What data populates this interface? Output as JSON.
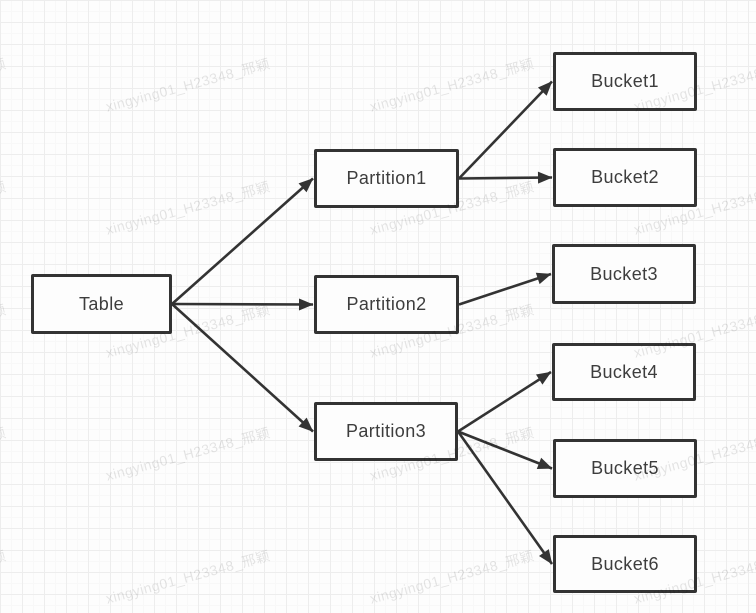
{
  "diagram": {
    "nodes": [
      {
        "id": "table",
        "label": "Table"
      },
      {
        "id": "partition1",
        "label": "Partition1"
      },
      {
        "id": "partition2",
        "label": "Partition2"
      },
      {
        "id": "partition3",
        "label": "Partition3"
      },
      {
        "id": "bucket1",
        "label": "Bucket1"
      },
      {
        "id": "bucket2",
        "label": "Bucket2"
      },
      {
        "id": "bucket3",
        "label": "Bucket3"
      },
      {
        "id": "bucket4",
        "label": "Bucket4"
      },
      {
        "id": "bucket5",
        "label": "Bucket5"
      },
      {
        "id": "bucket6",
        "label": "Bucket6"
      }
    ],
    "edges": [
      {
        "from": "table",
        "to": "partition1"
      },
      {
        "from": "table",
        "to": "partition2"
      },
      {
        "from": "table",
        "to": "partition3"
      },
      {
        "from": "partition1",
        "to": "bucket1"
      },
      {
        "from": "partition1",
        "to": "bucket2"
      },
      {
        "from": "partition2",
        "to": "bucket3"
      },
      {
        "from": "partition3",
        "to": "bucket4"
      },
      {
        "from": "partition3",
        "to": "bucket5"
      },
      {
        "from": "partition3",
        "to": "bucket6"
      }
    ]
  },
  "watermark": {
    "text": "xingying01_H23348_邢颖"
  },
  "colors": {
    "stroke": "#333333",
    "node_fill": "#fdfdfd",
    "node_text": "#3d3d3d",
    "grid_major": "#ededed",
    "grid_minor": "#f8f8f8",
    "watermark": "rgba(0,0,0,0.10)",
    "canvas_bg": "#fdfdfd"
  }
}
